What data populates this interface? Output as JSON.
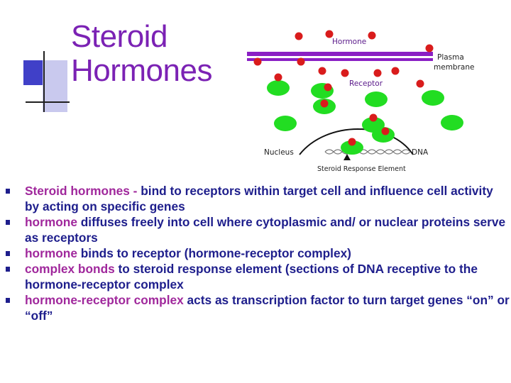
{
  "title": {
    "line1": "Steroid",
    "line2": "Hormones"
  },
  "diagram": {
    "labels": {
      "hormone": "Hormone",
      "plasma_line1": "Plasma",
      "plasma_line2": "membrane",
      "receptor": "Receptor",
      "nucleus": "Nucleus",
      "dna": "DNA",
      "sre": "Steroid Response Element"
    },
    "colors": {
      "membrane": "#8a1fc4",
      "hormone": "#d91c1c",
      "receptor": "#22dd22",
      "label_text": "#5a1a8a"
    }
  },
  "bullets": [
    {
      "highlight": "Steroid hormones - ",
      "rest": " bind to receptors within target cell and influence cell activity by acting on specific genes"
    },
    {
      "highlight": "hormone",
      "rest": " diffuses freely into cell where cytoplasmic and/ or nuclear proteins serve as receptors"
    },
    {
      "highlight": "hormone",
      "rest": " binds to receptor (hormone-receptor complex)"
    },
    {
      "highlight": "complex bonds",
      "rest": " to steroid response element (sections of DNA receptive to the hormone-receptor complex"
    },
    {
      "highlight": "hormone-receptor complex",
      "rest": " acts as transcription factor to turn target genes “on” or “off”"
    }
  ]
}
